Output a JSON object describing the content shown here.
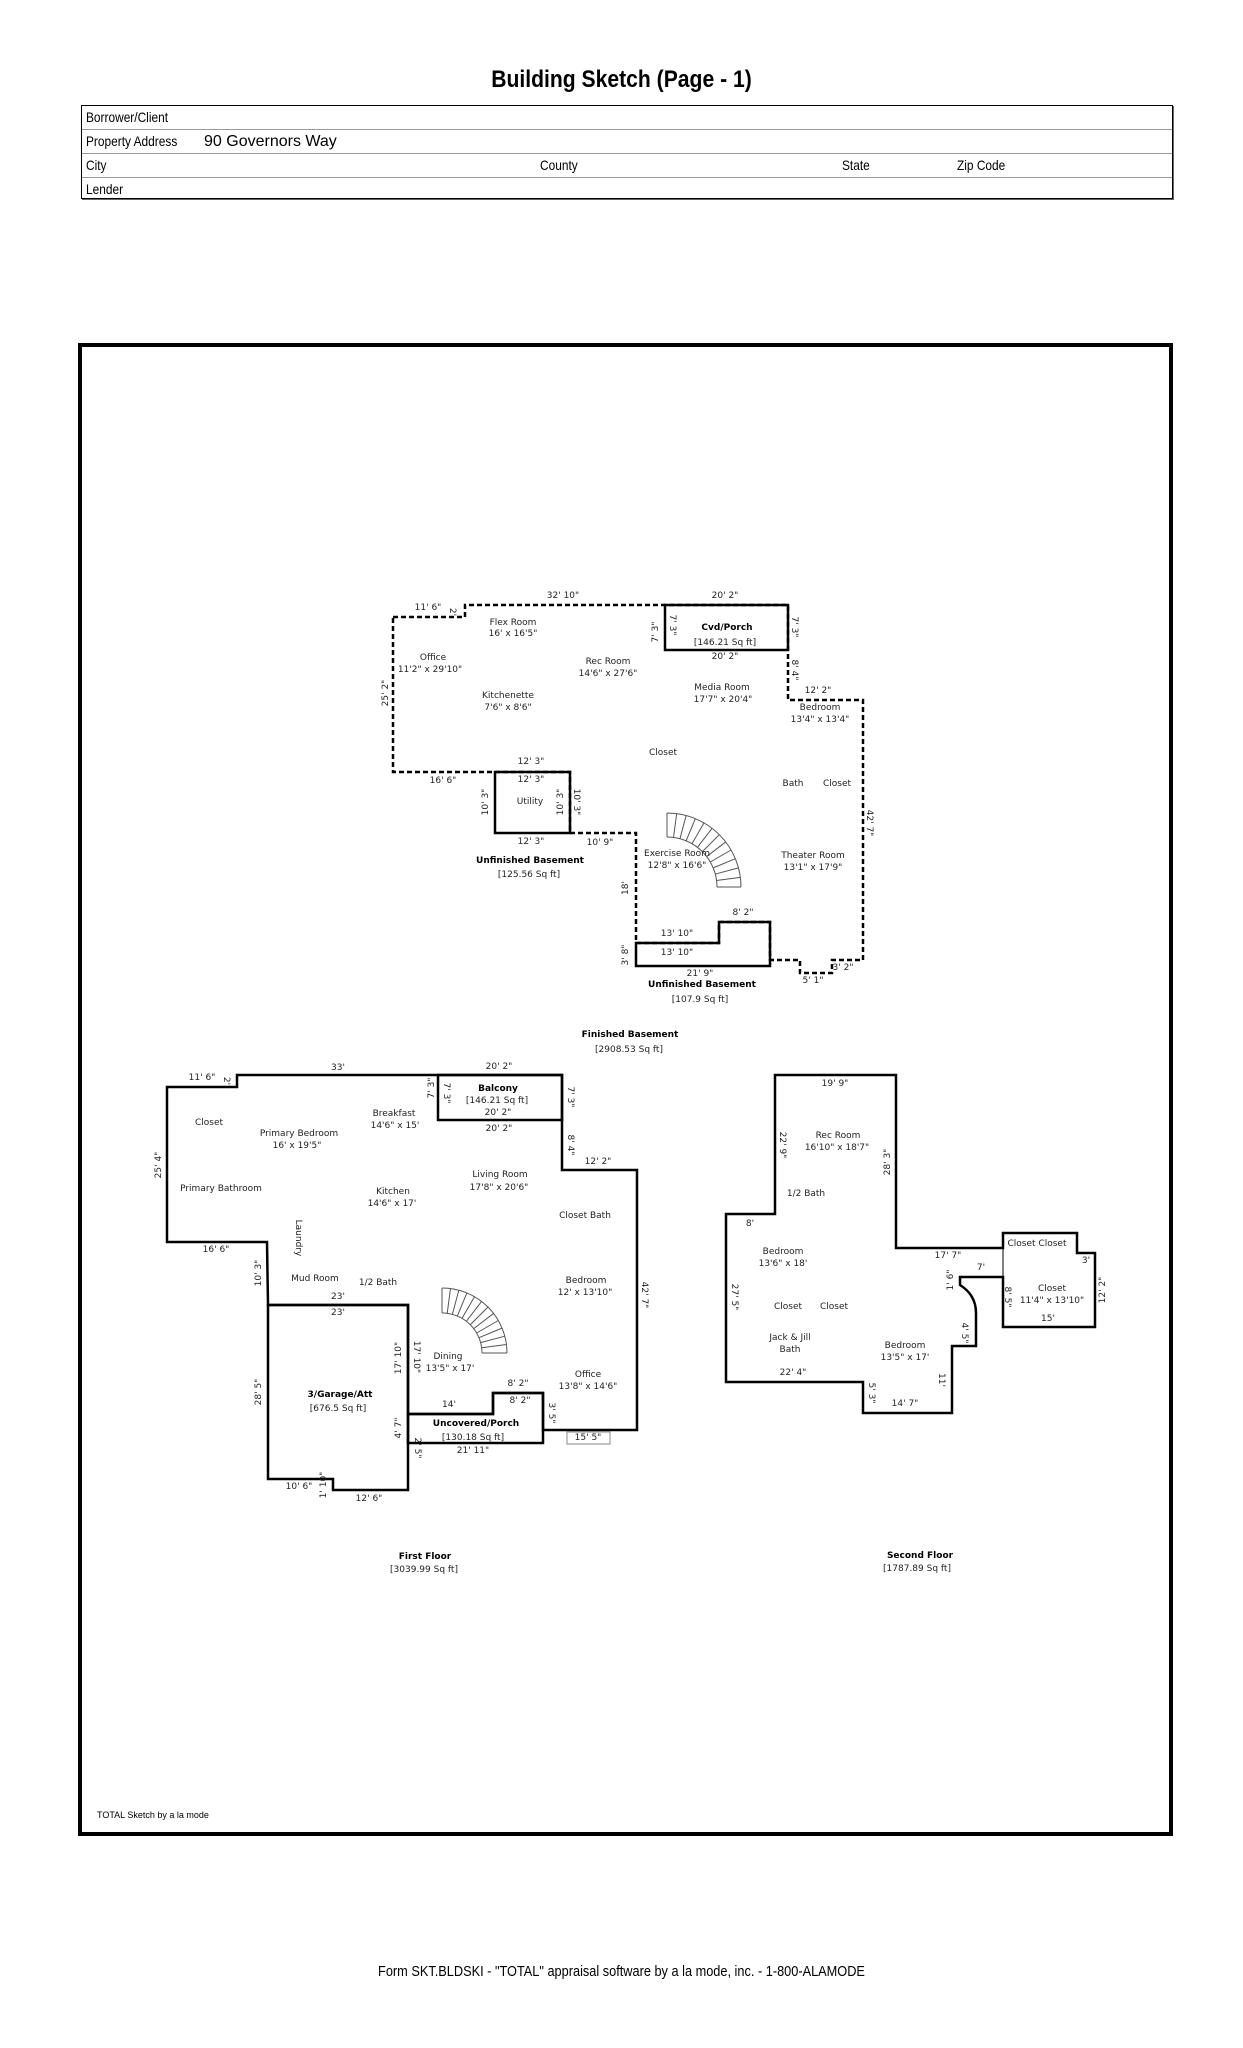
{
  "header": {
    "title": "Building Sketch (Page - 1)",
    "borrower_label": "Borrower/Client",
    "borrower_value": "",
    "address_label": "Property Address",
    "address_value": "90 Governors Way",
    "city_label": "City",
    "county_label": "County",
    "state_label": "State",
    "zip_label": "Zip Code",
    "lender_label": "Lender"
  },
  "sketch": {
    "credit": "TOTAL Sketch by a la mode",
    "basement_labels": [
      "32' 10\"",
      "20' 2\"",
      "11' 6\"",
      "2'",
      "Flex Room",
      "16' x 16'5\"",
      "7' 3\"",
      "7' 3\"",
      "Cvd/Porch",
      "[146.21 Sq ft]",
      "20' 2\"",
      "7' 3\"",
      "Office",
      "11'2\" x 29'10\"",
      "Rec Room",
      "14'6\" x 27'6\"",
      "25' 2\"",
      "8' 4\"",
      "12' 2\"",
      "Media Room",
      "17'7\" x 20'4\"",
      "Kitchenette",
      "7'6\" x 8'6\"",
      "Bedroom",
      "13'4\" x 13'4\"",
      "Closet",
      "12' 3\"",
      "16' 6\"",
      "12' 3\"",
      "Bath",
      "Closet",
      "Utility",
      "10' 3\"",
      "10' 3\"",
      "10' 3\"",
      "42' 7\"",
      "12' 3\"",
      "10' 9\"",
      "Unfinished Basement",
      "[125.56 Sq ft]",
      "Exercise Room",
      "12'8\" x 16'6\"",
      "Theater Room",
      "13'1\" x 17'9\"",
      "18'",
      "8' 2\"",
      "13' 10\"",
      "13' 10\"",
      "3' 8\"",
      "21' 9\"",
      "Unfinished Basement",
      "[107.9 Sq ft]",
      "5' 1\"",
      "3' 2\"",
      "Finished Basement",
      "[2908.53 Sq ft]"
    ],
    "first_floor_labels": [
      "33'",
      "20' 2\"",
      "11' 6\"",
      "2'",
      "7' 3\"",
      "7' 3\"",
      "Balcony",
      "[146.21 Sq ft]",
      "20' 2\"",
      "20' 2\"",
      "7' 3\"",
      "Closet",
      "Breakfast",
      "14'6\" x 15'",
      "Primary Bedroom",
      "16' x 19'5\"",
      "8' 4\"",
      "12' 2\"",
      "25' 4\"",
      "Living Room",
      "17'8\" x 20'6\"",
      "Primary Bathroom",
      "Kitchen",
      "14'6\" x 17'",
      "Closet  Bath",
      "Laundry",
      "16' 6\"",
      "10' 3\"",
      "Mud Room",
      "1/2 Bath",
      "Bedroom",
      "12' x 13'10\"",
      "42' 7\"",
      "23'",
      "23'",
      "17' 10\"",
      "17' 10\"",
      "Dining",
      "13'5\" x 17'",
      "28' 5\"",
      "3/Garage/Att",
      "[676.5 Sq ft]",
      "8' 2\"",
      "Office",
      "13'8\" x 14'6\"",
      "14'",
      "8' 2\"",
      "Uncovered/Porch",
      "[130.18 Sq ft]",
      "4' 7\"",
      "2' 5\"",
      "21' 11\"",
      "15' 5\"",
      "10' 6\"",
      "1' 10\"",
      "12' 6\"",
      "3' 5\"",
      "First Floor",
      "[3039.99 Sq ft]"
    ],
    "second_floor_labels": [
      "19' 9\"",
      "Rec Room",
      "16'10\" x 18'7\"",
      "22' 9\"",
      "28' 3\"",
      "1/2 Bath",
      "8'",
      "17' 7\"",
      "Closet Closet",
      "3'",
      "7'",
      "1' 6\"",
      "Bedroom",
      "13'6\" x 18'",
      "Closet",
      "11'4\" x 13'10\"",
      "12' 2\"",
      "8' 5\"",
      "15'",
      "27' 5\"",
      "Closet",
      "Closet",
      "4' 5\"",
      "Jack & Jill",
      "Bath",
      "Bedroom",
      "13'5\" x 17'",
      "22' 4\"",
      "11'",
      "5' 3\"",
      "14' 7\"",
      "Second Floor",
      "[1787.89 Sq ft]"
    ]
  },
  "footer": "Form SKT.BLDSKI - \"TOTAL\" appraisal software by a la mode, inc. - 1-800-ALAMODE"
}
